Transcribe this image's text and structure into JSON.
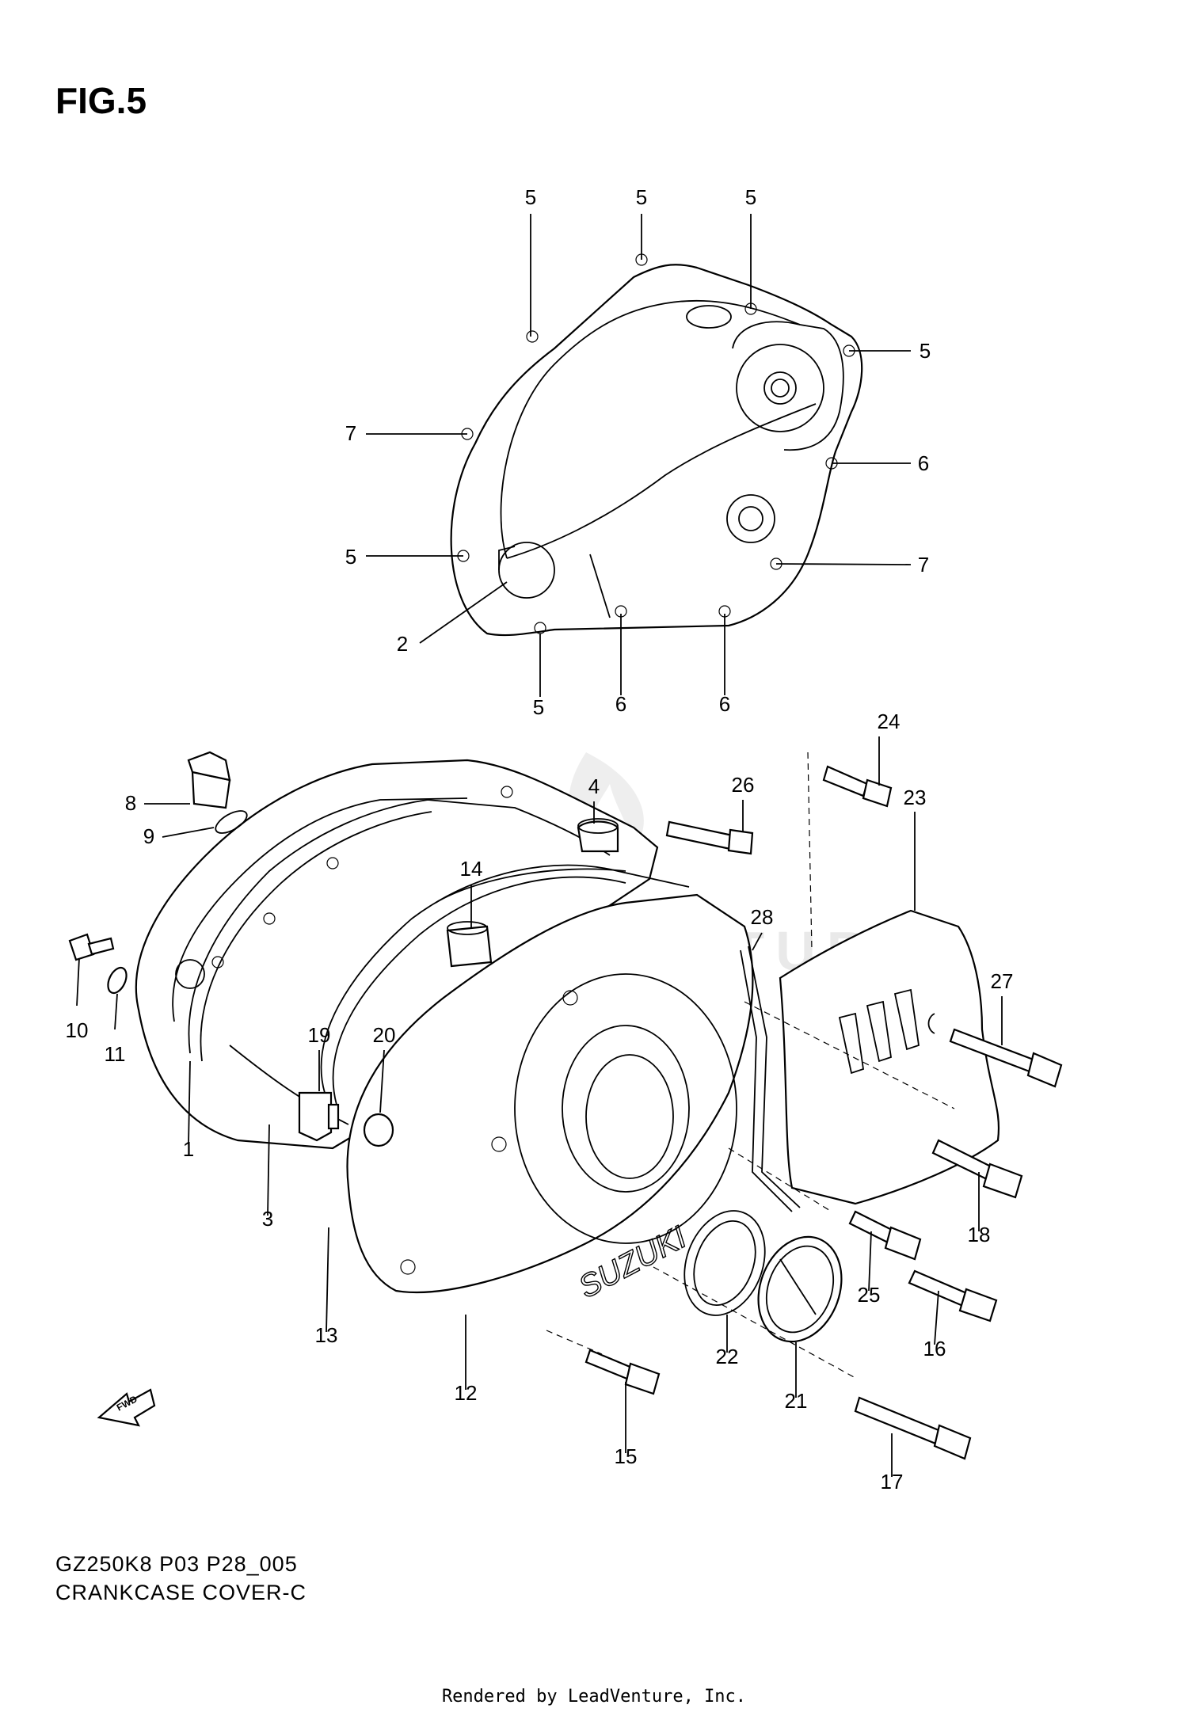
{
  "figure": {
    "title": "FIG.5",
    "model_code": "GZ250K8 P03 P28_005",
    "section_name": "CRANKCASE COVER-C",
    "render_credit": "Rendered by LeadVenture, Inc.",
    "watermark": "LEADVENTURE",
    "fwd_label": "FWD"
  },
  "callouts": [
    {
      "id": "c5a",
      "label": "5"
    },
    {
      "id": "c5b",
      "label": "5"
    },
    {
      "id": "c5c",
      "label": "5"
    },
    {
      "id": "c5d",
      "label": "5"
    },
    {
      "id": "c7a",
      "label": "7"
    },
    {
      "id": "c6a",
      "label": "6"
    },
    {
      "id": "c5e",
      "label": "5"
    },
    {
      "id": "c7b",
      "label": "7"
    },
    {
      "id": "c2",
      "label": "2"
    },
    {
      "id": "c5f",
      "label": "5"
    },
    {
      "id": "c6b",
      "label": "6"
    },
    {
      "id": "c6c",
      "label": "6"
    },
    {
      "id": "c24",
      "label": "24"
    },
    {
      "id": "c4",
      "label": "4"
    },
    {
      "id": "c26",
      "label": "26"
    },
    {
      "id": "c23",
      "label": "23"
    },
    {
      "id": "c8",
      "label": "8"
    },
    {
      "id": "c9",
      "label": "9"
    },
    {
      "id": "c14",
      "label": "14"
    },
    {
      "id": "c28",
      "label": "28"
    },
    {
      "id": "c27",
      "label": "27"
    },
    {
      "id": "c10",
      "label": "10"
    },
    {
      "id": "c11",
      "label": "11"
    },
    {
      "id": "c19",
      "label": "19"
    },
    {
      "id": "c20",
      "label": "20"
    },
    {
      "id": "c1",
      "label": "1"
    },
    {
      "id": "c3",
      "label": "3"
    },
    {
      "id": "c18",
      "label": "18"
    },
    {
      "id": "c25",
      "label": "25"
    },
    {
      "id": "c13",
      "label": "13"
    },
    {
      "id": "c16",
      "label": "16"
    },
    {
      "id": "c22",
      "label": "22"
    },
    {
      "id": "c12",
      "label": "12"
    },
    {
      "id": "c21",
      "label": "21"
    },
    {
      "id": "c15",
      "label": "15"
    },
    {
      "id": "c17",
      "label": "17"
    }
  ]
}
